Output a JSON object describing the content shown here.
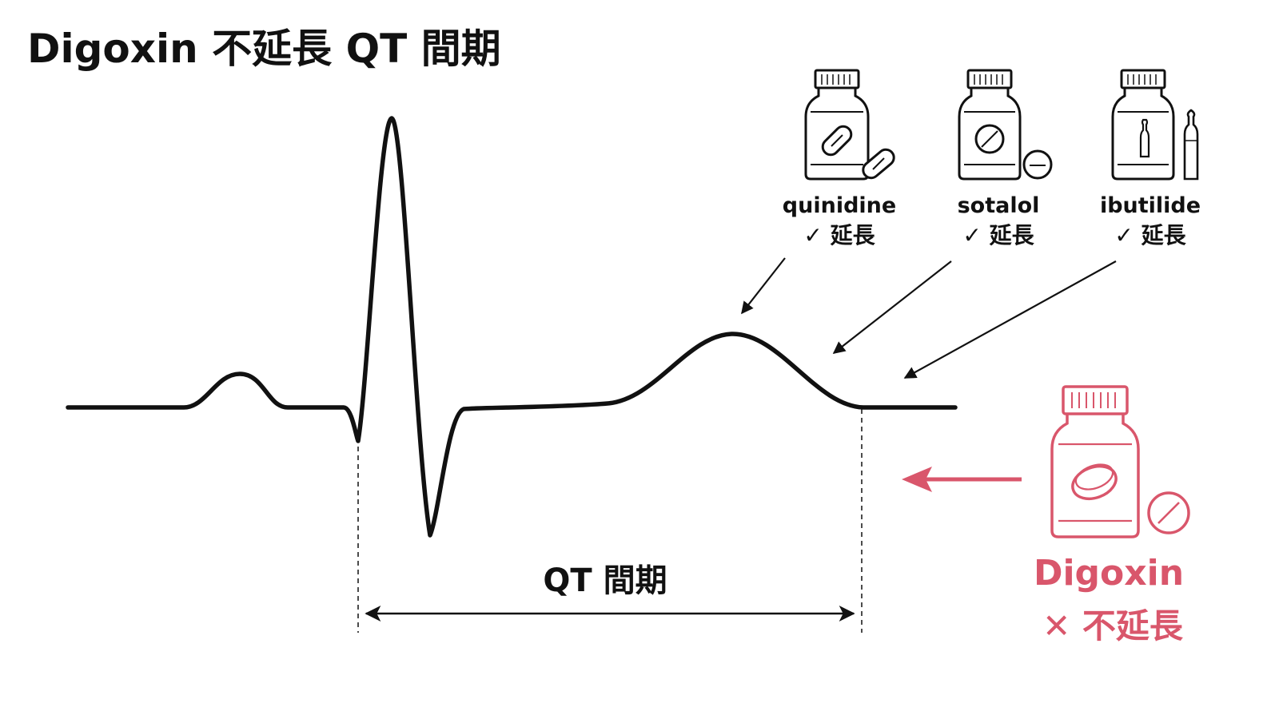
{
  "title": "Digoxin 不延長 QT 間期",
  "qt_interval": {
    "label": "QT 間期"
  },
  "drugs": [
    {
      "name": "quinidine",
      "effect": "✓ 延長",
      "icon": "capsule-pill-bottle-icon"
    },
    {
      "name": "sotalol",
      "effect": "✓ 延長",
      "icon": "tablet-pill-bottle-icon"
    },
    {
      "name": "ibutilide",
      "effect": "✓ 延長",
      "icon": "ampoule-bottle-icon"
    }
  ],
  "digoxin": {
    "name": "Digoxin",
    "effect": "✕ 不延長",
    "icon": "tablet-pill-bottle-icon"
  },
  "colors": {
    "ink": "#111111",
    "digoxin": "#d9566b"
  }
}
